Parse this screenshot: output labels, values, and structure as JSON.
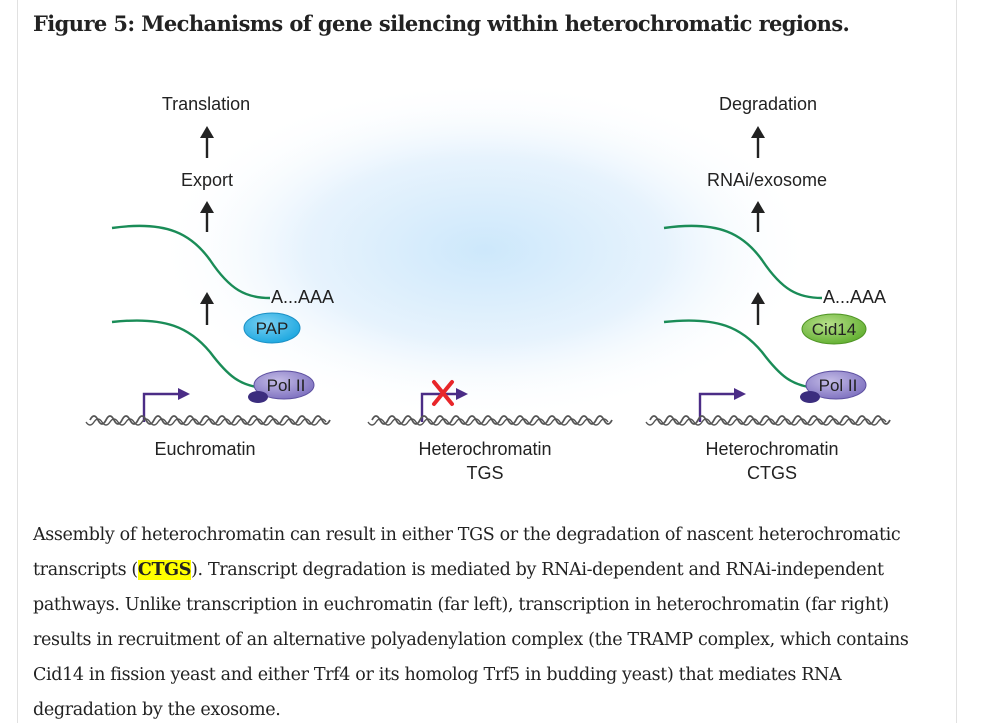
{
  "figure": {
    "title": "Figure 5: Mechanisms of gene silencing within heterochromatic regions.",
    "panels": [
      {
        "name": "euchromatin",
        "top_label": "Translation",
        "mid_label": "Export",
        "polya_label": "A...AAA",
        "complex_label": "PAP",
        "complex_color": "#2bb3e6",
        "polymerase_label": "Pol II",
        "bottom_label": "Euchromatin"
      },
      {
        "name": "heterochromatin-tgs",
        "bottom_label_1": "Heterochromatin",
        "bottom_label_2": "TGS",
        "block_color": "#e8262a"
      },
      {
        "name": "heterochromatin-ctgs",
        "top_label": "Degradation",
        "mid_label": "RNAi/exosome",
        "polya_label": "A...AAA",
        "complex_label": "Cid14",
        "complex_color": "#7fc241",
        "polymerase_label": "Pol II",
        "bottom_label_1": "Heterochromatin",
        "bottom_label_2": "CTGS"
      }
    ]
  },
  "caption": {
    "part1": "Assembly of heterochromatin can result in either TGS or the degradation of nascent heterochromatic transcripts (",
    "highlight": "CTGS",
    "part2": "). Transcript degradation is mediated by RNAi-dependent and RNAi-independent pathways. Unlike transcription in euchromatin (far left), transcription in heterochromatin (far right) results in recruitment of an alternative polyadenylation complex (the TRAMP complex, which contains Cid14 in fission yeast and either Trf4 or its homolog Trf5 in budding yeast) that mediates RNA degradation by the exosome."
  },
  "colors": {
    "rna": "#1a8c57",
    "promoter_arrow": "#4b2c86",
    "polymerase": "#8a7ec8",
    "highlight": "#ffff00"
  }
}
